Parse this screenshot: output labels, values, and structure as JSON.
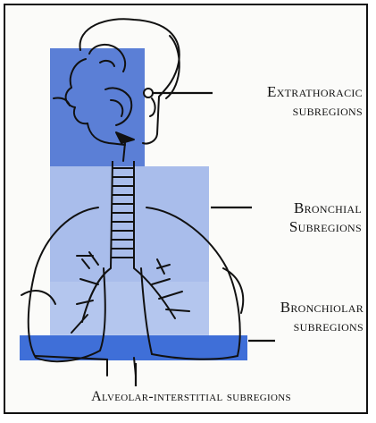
{
  "labels": {
    "extrathoracic": [
      "Extrathoracic",
      "subregions"
    ],
    "bronchial": [
      "Bronchial",
      "Subregions"
    ],
    "bronchiolar": [
      "Bronchiolar",
      "subregions"
    ],
    "alveolar": "Alveolar-interstitial subregions"
  },
  "colors": {
    "extrathoracic": "#5b7fd6",
    "bronchial": "#a9bdeb",
    "bronchiolar": "#b5c6ee",
    "alveolar": "#3f6fd8",
    "line": "#111111"
  }
}
